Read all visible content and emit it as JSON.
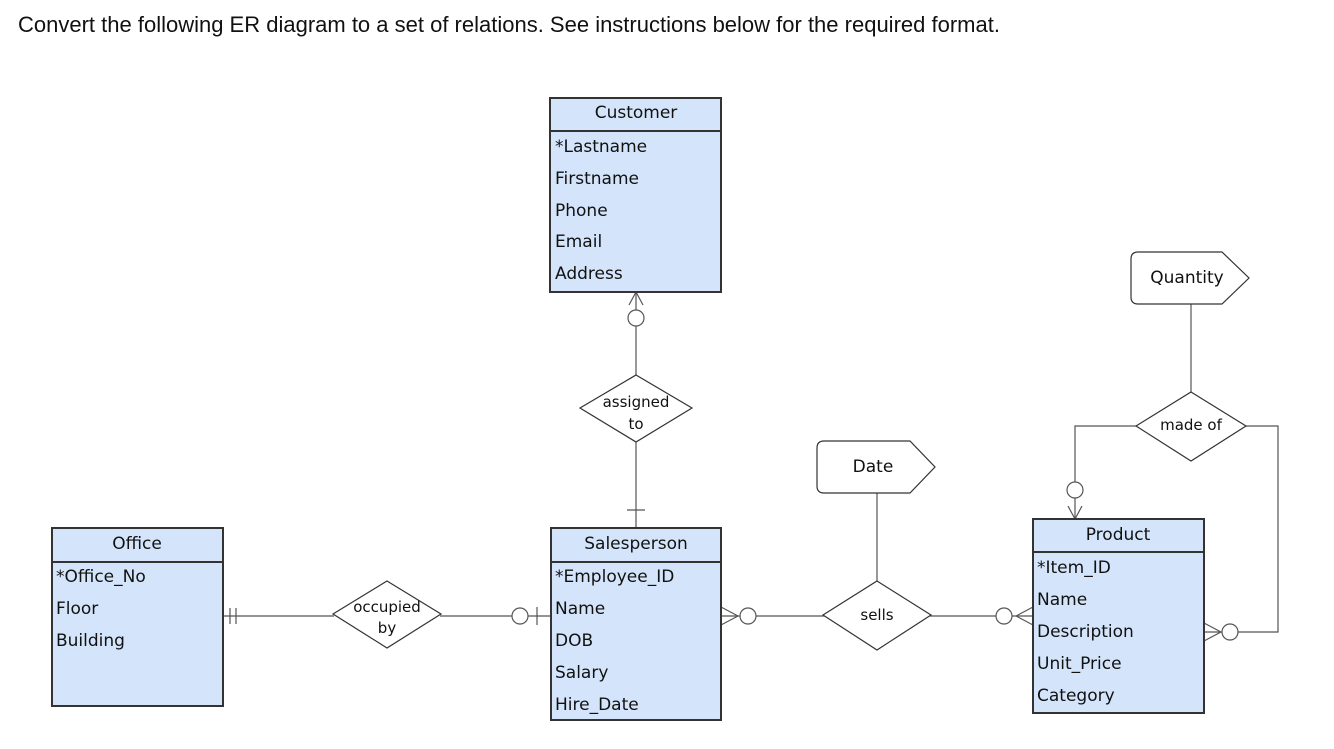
{
  "instruction": "Convert the following ER diagram to a set of relations. See instructions below for the required format.",
  "entities": {
    "customer": {
      "name": "Customer",
      "attributes": [
        "*Lastname",
        "Firstname",
        "Phone",
        "Email",
        "Address"
      ]
    },
    "salesperson": {
      "name": "Salesperson",
      "attributes": [
        "*Employee_ID",
        "Name",
        "DOB",
        "Salary",
        "Hire_Date"
      ]
    },
    "office": {
      "name": "Office",
      "attributes": [
        "*Office_No",
        "Floor",
        "Building"
      ]
    },
    "product": {
      "name": "Product",
      "attributes": [
        "*Item_ID",
        "Name",
        "Description",
        "Unit_Price",
        "Category"
      ]
    }
  },
  "relationships": {
    "assigned_to": {
      "line1": "assigned",
      "line2": "to"
    },
    "occupied_by": {
      "line1": "occupied",
      "line2": "by"
    },
    "sells": {
      "line1": "sells"
    },
    "made_of": {
      "line1": "made of"
    }
  },
  "relationship_attributes": {
    "date": "Date",
    "quantity": "Quantity"
  },
  "colors": {
    "entity_fill": "#d4e5fb",
    "stroke": "#333333",
    "line": "#555555"
  }
}
